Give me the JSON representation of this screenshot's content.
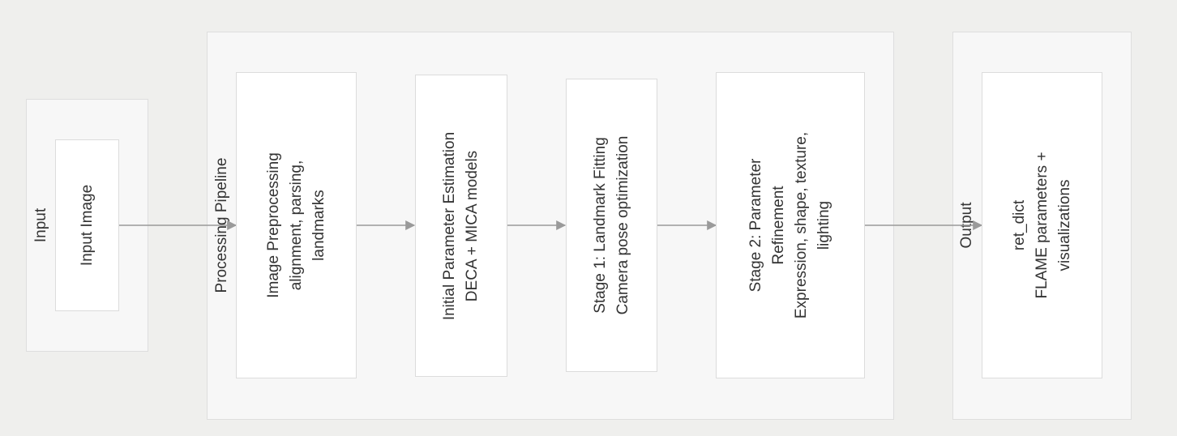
{
  "clusters": {
    "input": {
      "label": "Input"
    },
    "pipeline": {
      "label": "Processing Pipeline"
    },
    "output": {
      "label": "Output"
    }
  },
  "nodes": {
    "input_image": {
      "lines": [
        "Input Image"
      ]
    },
    "preprocessing": {
      "lines": [
        "Image Preprocessing",
        "alignment, parsing,",
        "landmarks"
      ]
    },
    "initial_estimation": {
      "lines": [
        "Initial Parameter Estimation",
        "DECA + MICA models"
      ]
    },
    "stage1": {
      "lines": [
        "Stage 1: Landmark Fitting",
        "Camera pose optimization"
      ]
    },
    "stage2": {
      "lines": [
        "Stage 2: Parameter",
        "Refinement",
        "Expression, shape, texture,",
        "lighting"
      ]
    },
    "ret_dict": {
      "lines": [
        "ret_dict",
        "FLAME parameters +",
        "visualizations"
      ]
    }
  },
  "colors": {
    "background": "#efefed",
    "cluster_fill": "#f7f7f7",
    "cluster_border": "#dedede",
    "node_fill": "#ffffff",
    "node_border": "#dcdcdc",
    "edge": "#9a9a9a",
    "text": "#333333"
  },
  "edges": [
    {
      "from": "input_image",
      "to": "preprocessing"
    },
    {
      "from": "preprocessing",
      "to": "initial_estimation"
    },
    {
      "from": "initial_estimation",
      "to": "stage1"
    },
    {
      "from": "stage1",
      "to": "stage2"
    },
    {
      "from": "stage2",
      "to": "ret_dict"
    }
  ]
}
